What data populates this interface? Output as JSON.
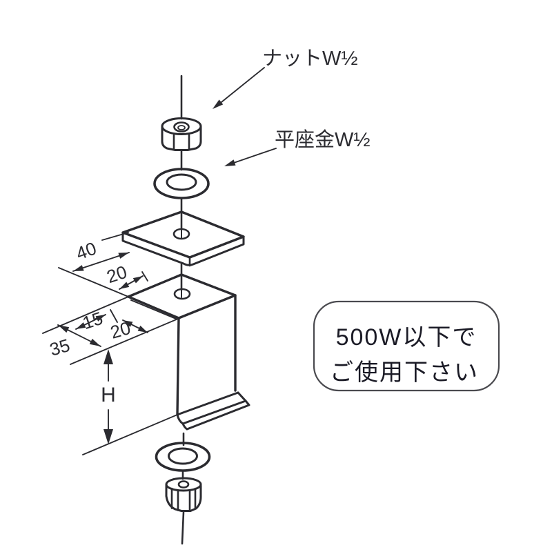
{
  "page": {
    "background": "#ffffff",
    "ink_color": "#2b2b30"
  },
  "diagram": {
    "labels": {
      "nut": "ナットW½",
      "flat_washer": "平座金W½"
    },
    "dimensions": {
      "plate_width": "40",
      "plate_hole_offset": "20",
      "flange_hole_side": "15",
      "flange_hole_front": "20",
      "flange_total_depth": "35",
      "bracket_height": "H"
    },
    "note": {
      "line1": "500W以下で",
      "line2": "ご使用下さい",
      "border_color": "#4a4a4f",
      "text_color": "#1b1b26"
    }
  }
}
